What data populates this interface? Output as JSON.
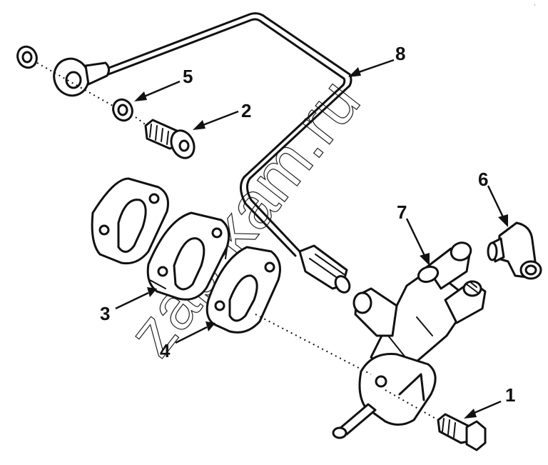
{
  "callouts": [
    {
      "id": "1",
      "label": "1"
    },
    {
      "id": "2",
      "label": "2"
    },
    {
      "id": "3",
      "label": "3"
    },
    {
      "id": "4",
      "label": "4"
    },
    {
      "id": "5",
      "label": "5"
    },
    {
      "id": "6",
      "label": "6"
    },
    {
      "id": "7",
      "label": "7"
    },
    {
      "id": "8",
      "label": "8"
    }
  ],
  "watermark": "zap-kam.ru",
  "corner_mark": "·"
}
